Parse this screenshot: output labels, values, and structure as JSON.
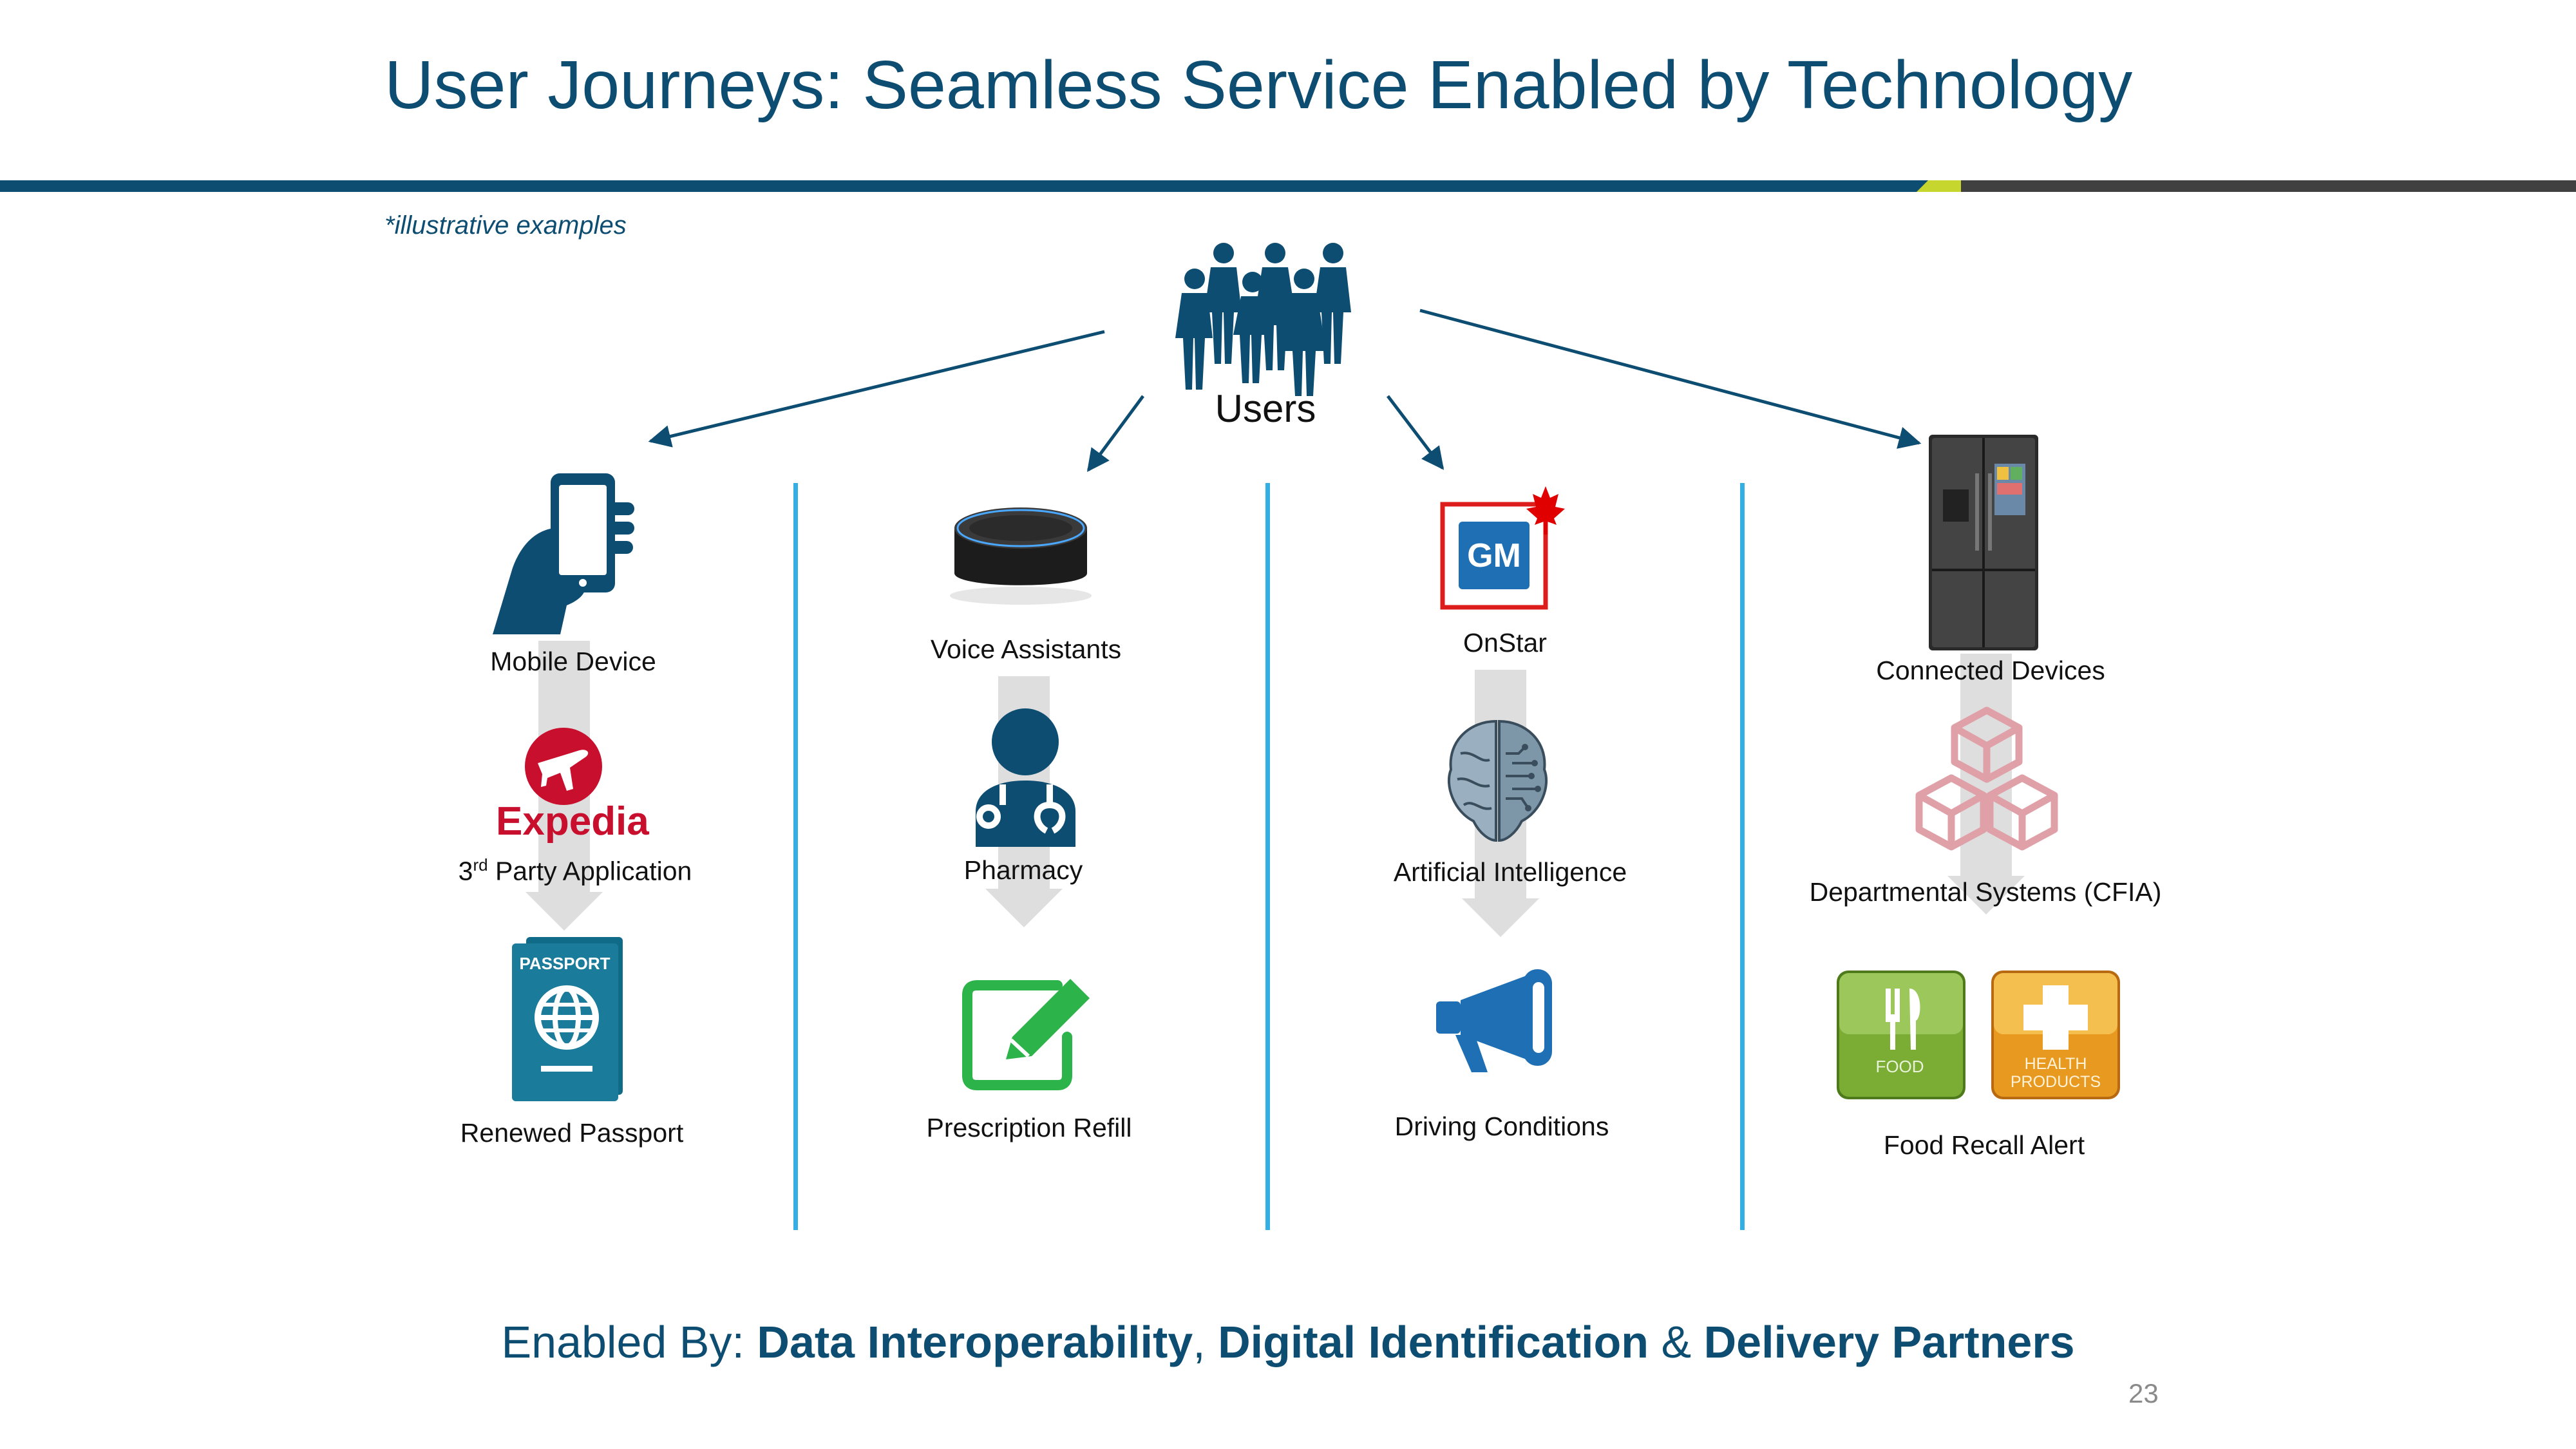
{
  "title": "User Journeys: Seamless Service Enabled by Technology",
  "note": "*illustrative examples",
  "users_label": "Users",
  "columns": [
    {
      "device": "Mobile Device",
      "service_prefix": "3",
      "service_sup": "rd",
      "service_suffix": " Party Application",
      "service_brand": "Expedia",
      "outcome": "Renewed Passport",
      "outcome_badge": "PASSPORT"
    },
    {
      "device": "Voice Assistants",
      "service": "Pharmacy",
      "outcome": "Prescription Refill"
    },
    {
      "device": "OnStar",
      "device_brand": "GM",
      "service": "Artificial Intelligence",
      "outcome": "Driving Conditions"
    },
    {
      "device": "Connected Devices",
      "service": "Departmental Systems (CFIA)",
      "outcome": "Food Recall Alert",
      "tile_food": "FOOD",
      "tile_health_1": "HEALTH",
      "tile_health_2": "PRODUCTS"
    }
  ],
  "footer": {
    "prefix": "Enabled By: ",
    "item1": "Data Interoperability",
    "sep1": ", ",
    "item2": "Digital Identification",
    "sep2": " & ",
    "item3": "Delivery Partners"
  },
  "page_number": "23",
  "colors": {
    "navy": "#0e4d72",
    "line_blue": "#35aee4",
    "expedia_red": "#c8102e",
    "gm_blue": "#1f6fb5",
    "canada_red": "#e00000",
    "pharmacy_green": "#2cb34a",
    "cfia_pink": "#e0a0a8",
    "food_green": "#6fa030",
    "health_orange": "#f0a020"
  }
}
